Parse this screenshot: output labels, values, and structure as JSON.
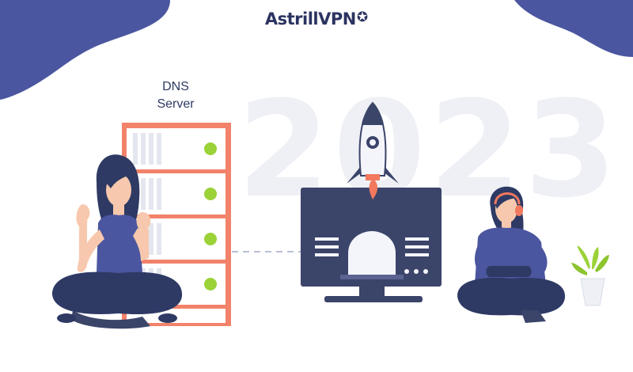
{
  "brand": {
    "name": "AstrillVPN",
    "mark": "✪",
    "color": "#2b3360"
  },
  "background_text": "2023",
  "server": {
    "label_line1": "DNS",
    "label_line2": "Server",
    "frame_color": "#f2826a",
    "light_color": "#9bd238"
  },
  "colors": {
    "navy": "#2e3a64",
    "blob": "#4b56a0",
    "skin": "#f7c8ad",
    "screen": "#3b4469",
    "rocket_flame": "#f2785e",
    "plant": "#9bd238"
  }
}
